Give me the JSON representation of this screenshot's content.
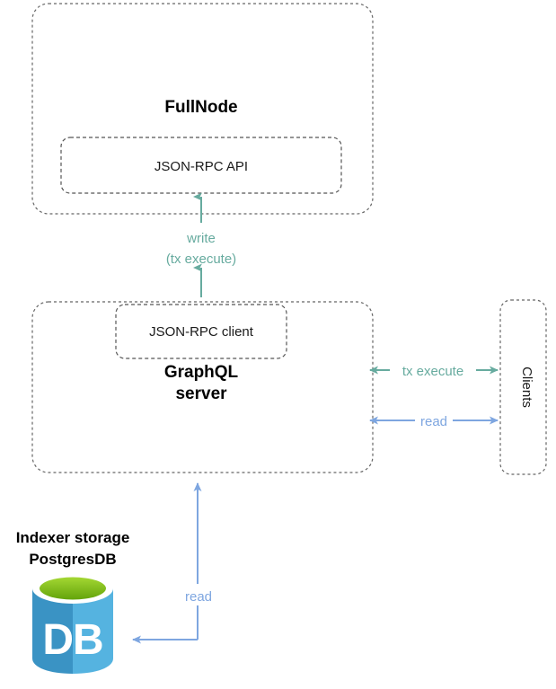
{
  "diagram": {
    "title": "FullNode / GraphQL server / Indexer storage architecture",
    "colors": {
      "green_arrow": "#67ab9f",
      "blue_arrow": "#7ea6e0",
      "box_border": "#666666",
      "text": "#000000",
      "db_body_dark": "#3a93c4",
      "db_body_light": "#55b3e0",
      "db_top_green": "#8bc52a",
      "db_top_green_dark": "#6aa80f",
      "db_rim_white": "#ffffff"
    },
    "nodes": [
      {
        "id": "fullnode",
        "label": "FullNode",
        "style": "dashed-rounded",
        "bold": true
      },
      {
        "id": "jsonrpc-api",
        "label": "JSON-RPC API",
        "style": "dashed-rounded",
        "bold": false
      },
      {
        "id": "graphql-server",
        "label": "GraphQL\nserver",
        "label_line1": "GraphQL",
        "label_line2": "server",
        "style": "dashed-rounded",
        "bold": true
      },
      {
        "id": "jsonrpc-client",
        "label": "JSON-RPC client",
        "style": "dashed-rounded",
        "bold": false
      },
      {
        "id": "clients",
        "label": "Clients",
        "style": "dashed-rounded",
        "bold": false,
        "rotated": true
      },
      {
        "id": "indexer-storage",
        "label_line1": "Indexer storage",
        "label_line2": "PostgresDB",
        "style": "icon-label",
        "bold": true
      },
      {
        "id": "db-icon",
        "label": "DB",
        "style": "cylinder-icon"
      }
    ],
    "edges": [
      {
        "id": "edge-write",
        "label_line1": "write",
        "label_line2": "(tx execute)",
        "color": "#67ab9f",
        "from": "graphql-server",
        "to": "jsonrpc-api",
        "direction": "both"
      },
      {
        "id": "edge-tx-execute",
        "label": "tx execute",
        "color": "#67ab9f",
        "from": "graphql-server",
        "to": "clients",
        "direction": "both"
      },
      {
        "id": "edge-read-clients",
        "label": "read",
        "color": "#7ea6e0",
        "from": "graphql-server",
        "to": "clients",
        "direction": "both"
      },
      {
        "id": "edge-read-db",
        "label": "read",
        "color": "#7ea6e0",
        "from": "graphql-server",
        "to": "db-icon",
        "direction": "both"
      }
    ]
  }
}
